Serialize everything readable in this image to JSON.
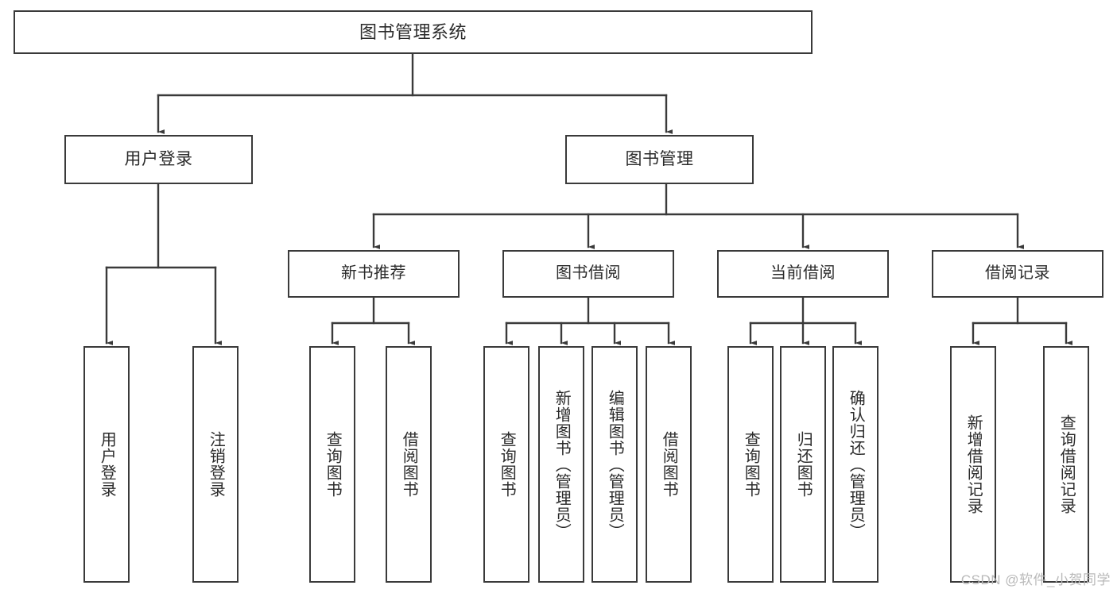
{
  "diagram": {
    "title": "图书管理系统",
    "type": "tree",
    "colors": {
      "box_border": "#3a3a3a",
      "box_fill": "#ffffff",
      "connector": "#3a3a3a",
      "text": "#2b2b2b",
      "watermark": "#b9b9b9",
      "background": "#ffffff"
    },
    "watermark": "CSDN @软件_小贺同学",
    "nodes": {
      "root": {
        "label": "图书管理系统"
      },
      "level2": [
        {
          "label": "用户登录"
        },
        {
          "label": "图书管理"
        }
      ],
      "level3": [
        {
          "label": "新书推荐"
        },
        {
          "label": "图书借阅"
        },
        {
          "label": "当前借阅"
        },
        {
          "label": "借阅记录"
        }
      ],
      "leaves": {
        "user_login": [
          {
            "label": "用户登录"
          },
          {
            "label": "注销登录"
          }
        ],
        "new_book_recommend": [
          {
            "label": "查询图书"
          },
          {
            "label": "借阅图书"
          }
        ],
        "book_borrow": [
          {
            "label": "查询图书"
          },
          {
            "label": "新增图书（管理员）"
          },
          {
            "label": "编辑图书（管理员）"
          },
          {
            "label": "借阅图书"
          }
        ],
        "current_borrow": [
          {
            "label": "查询图书"
          },
          {
            "label": "归还图书"
          },
          {
            "label": "确认归还（管理员）"
          }
        ],
        "borrow_record": [
          {
            "label": "新增借阅记录"
          },
          {
            "label": "查询借阅记录"
          }
        ]
      }
    }
  }
}
